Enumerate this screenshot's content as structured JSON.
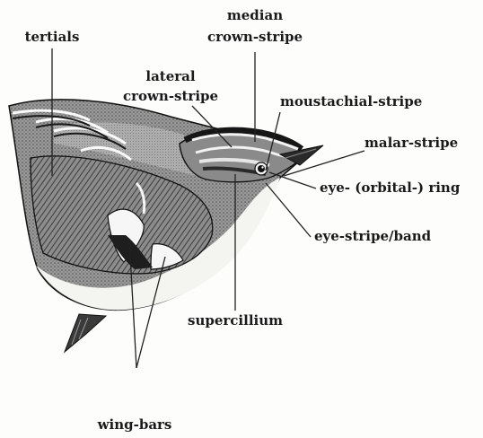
{
  "labels": {
    "median_1": "median",
    "median_2": "crown-stripe",
    "tertials": "tertials",
    "lateral_1": "lateral",
    "lateral_2": "crown-stripe",
    "moustachial": "moustachial-stripe",
    "malar": "malar-stripe",
    "eye_ring": "eye- (orbital-) ring",
    "eye_stripe": "eye-stripe/band",
    "supercillium": "supercillium",
    "wing_bars": "wing-bars"
  },
  "colors": {
    "ink": "#1a1a1a",
    "plumage_dark": "#3a3a3a",
    "plumage_mid": "#7a7a7a",
    "plumage_light": "#cfcfcf",
    "background": "#fdfdfb"
  }
}
